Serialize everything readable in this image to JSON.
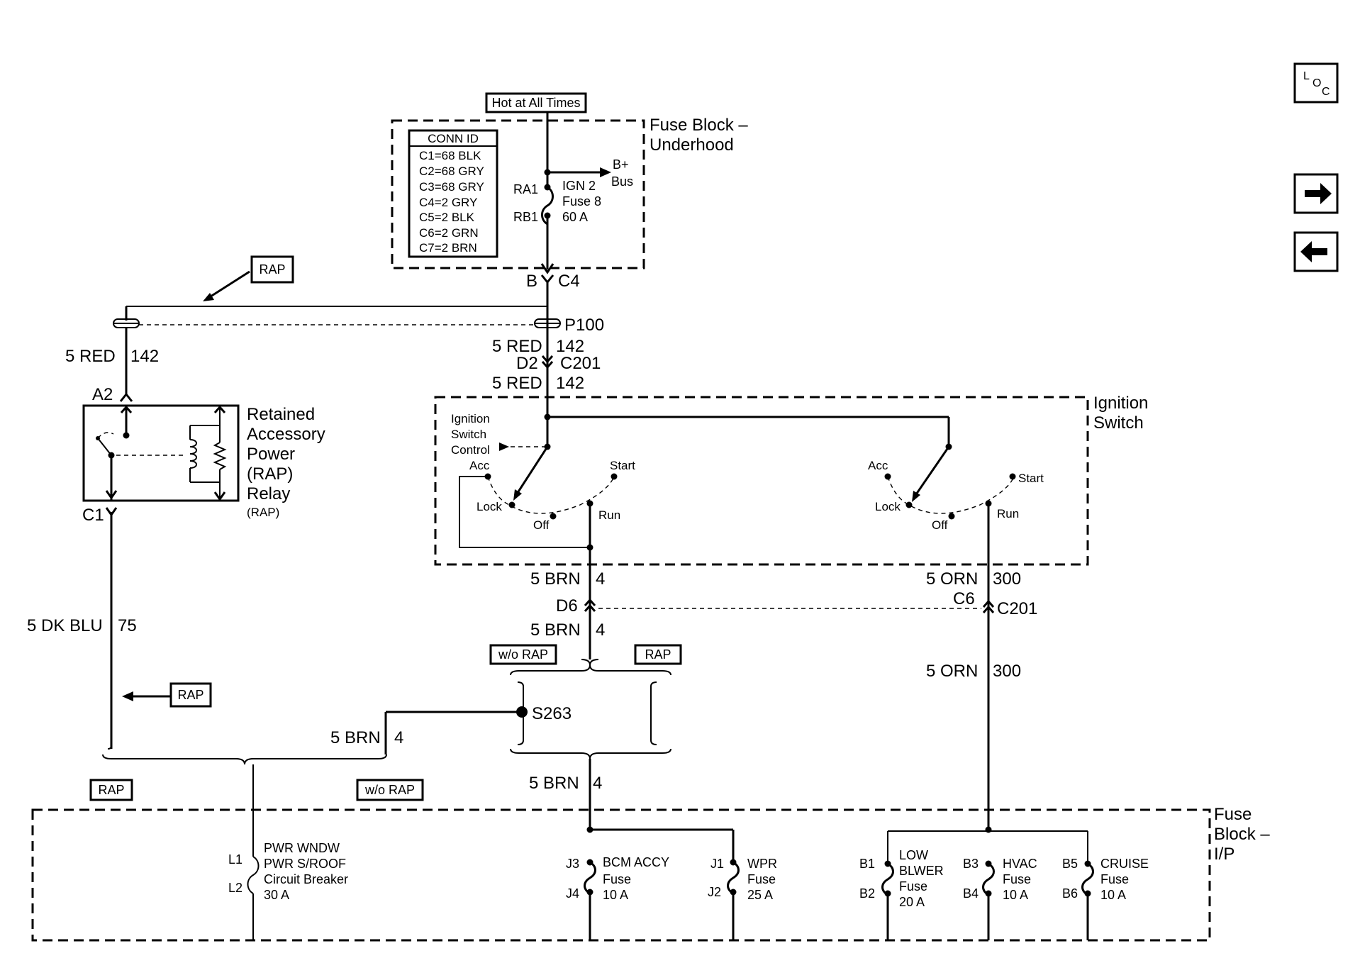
{
  "nav": {
    "loc_icon": "loc-icon",
    "next_icon": "arrow-right-icon",
    "prev_icon": "arrow-left-icon"
  },
  "labels": {
    "hot_at_all_times": "Hot at All Times",
    "fuse_block_underhood_1": "Fuse Block –",
    "fuse_block_underhood_2": "Underhood",
    "conn_id_title": "CONN ID",
    "conn_ids": [
      "C1=68 BLK",
      "C2=68 GRY",
      "C3=68 GRY",
      "C4=2 GRY",
      "C5=2 BLK",
      "C6=2 GRN",
      "C7=2 BRN"
    ],
    "b_plus": "B+",
    "bus": "Bus",
    "ra1": "RA1",
    "rb1": "RB1",
    "ign2_1": "IGN 2",
    "ign2_2": "Fuse 8",
    "ign2_3": "60 A",
    "b": "B",
    "c4": "C4",
    "rap_top": "RAP",
    "p100": "P100",
    "red142_left": "5 RED",
    "red142_left_num": "142",
    "red142_a": "5 RED",
    "red142_a_num": "142",
    "d2": "D2",
    "c201_top": "C201",
    "red142_b": "5 RED",
    "red142_b_num": "142",
    "a2": "A2",
    "rap_relay_1": "Retained",
    "rap_relay_2": "Accessory",
    "rap_relay_3": "Power",
    "rap_relay_4": "(RAP)",
    "rap_relay_5": "Relay",
    "rap_relay_6": "(RAP)",
    "c1": "C1",
    "ign_sw_1": "Ignition",
    "ign_sw_2": "Switch",
    "ign_ctrl_1": "Ignition",
    "ign_ctrl_2": "Switch",
    "ign_ctrl_3": "Control",
    "acc": "Acc",
    "start": "Start",
    "lock": "Lock",
    "off": "Off",
    "run": "Run",
    "brn4_a": "5 BRN",
    "brn4_a_num": "4",
    "orn300_a": "5 ORN",
    "orn300_a_num": "300",
    "d6": "D6",
    "c6": "C6",
    "c201_mid": "C201",
    "brn4_b": "5 BRN",
    "brn4_b_num": "4",
    "wo_rap_top": "w/o RAP",
    "rap_mid": "RAP",
    "dkblu": "5 DK BLU",
    "dkblu_num": "75",
    "rap_left": "RAP",
    "orn300_b": "5 ORN",
    "orn300_b_num": "300",
    "s263": "S263",
    "brn4_c": "5 BRN",
    "brn4_c_num": "4",
    "rap_bottom": "RAP",
    "wo_rap_bottom": "w/o RAP",
    "brn4_d": "5 BRN",
    "brn4_d_num": "4",
    "fuse_block_ip_1": "Fuse",
    "fuse_block_ip_2": "Block –",
    "fuse_block_ip_3": "I/P",
    "l1": "L1",
    "l2": "L2",
    "pwr_1": "PWR WNDW",
    "pwr_2": "PWR S/ROOF",
    "pwr_3": "Circuit Breaker",
    "pwr_4": "30 A",
    "j3": "J3",
    "j4": "J4",
    "bcm_1": "BCM ACCY",
    "bcm_2": "Fuse",
    "bcm_3": "10 A",
    "j1": "J1",
    "j2": "J2",
    "wpr_1": "WPR",
    "wpr_2": "Fuse",
    "wpr_3": "25 A",
    "b1": "B1",
    "b2": "B2",
    "low_1": "LOW",
    "low_2": "BLWER",
    "low_3": "Fuse",
    "low_4": "20 A",
    "b3": "B3",
    "b4": "B4",
    "hvac_1": "HVAC",
    "hvac_2": "Fuse",
    "hvac_3": "10 A",
    "b5": "B5",
    "b6": "B6",
    "cruise_1": "CRUISE",
    "cruise_2": "Fuse",
    "cruise_3": "10 A"
  }
}
